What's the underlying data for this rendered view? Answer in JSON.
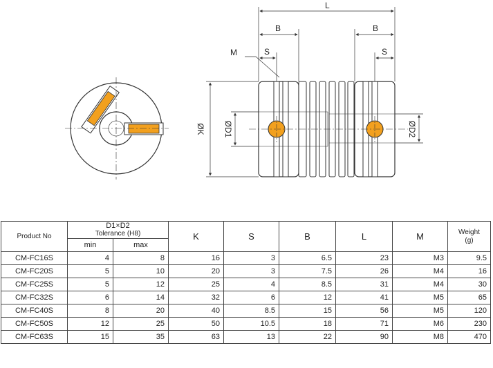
{
  "drawing": {
    "dim_labels": {
      "L": "L",
      "B_left": "B",
      "B_right": "B",
      "S_left": "S",
      "S_right": "S",
      "M": "M",
      "K": "ØK",
      "D1": "ØD1",
      "D2": "ØD2"
    },
    "colors": {
      "accent": "#f2a01e",
      "line": "#333333"
    }
  },
  "table": {
    "headers": {
      "product_no": "Product No",
      "d1d2": "D1×D2",
      "tolerance": "Tolerance (H8)",
      "min": "min",
      "max": "max",
      "k": "K",
      "s": "S",
      "b": "B",
      "l": "L",
      "m": "M",
      "weight": "Weight",
      "weight_unit": "(g)"
    },
    "rows": [
      [
        "CM-FC16S",
        "4",
        "8",
        "16",
        "3",
        "6.5",
        "23",
        "M3",
        "9.5"
      ],
      [
        "CM-FC20S",
        "5",
        "10",
        "20",
        "3",
        "7.5",
        "26",
        "M4",
        "16"
      ],
      [
        "CM-FC25S",
        "5",
        "12",
        "25",
        "4",
        "8.5",
        "31",
        "M4",
        "30"
      ],
      [
        "CM-FC32S",
        "6",
        "14",
        "32",
        "6",
        "12",
        "41",
        "M5",
        "65"
      ],
      [
        "CM-FC40S",
        "8",
        "20",
        "40",
        "8.5",
        "15",
        "56",
        "M5",
        "120"
      ],
      [
        "CM-FC50S",
        "12",
        "25",
        "50",
        "10.5",
        "18",
        "71",
        "M6",
        "230"
      ],
      [
        "CM-FC63S",
        "15",
        "35",
        "63",
        "13",
        "22",
        "90",
        "M8",
        "470"
      ]
    ]
  }
}
